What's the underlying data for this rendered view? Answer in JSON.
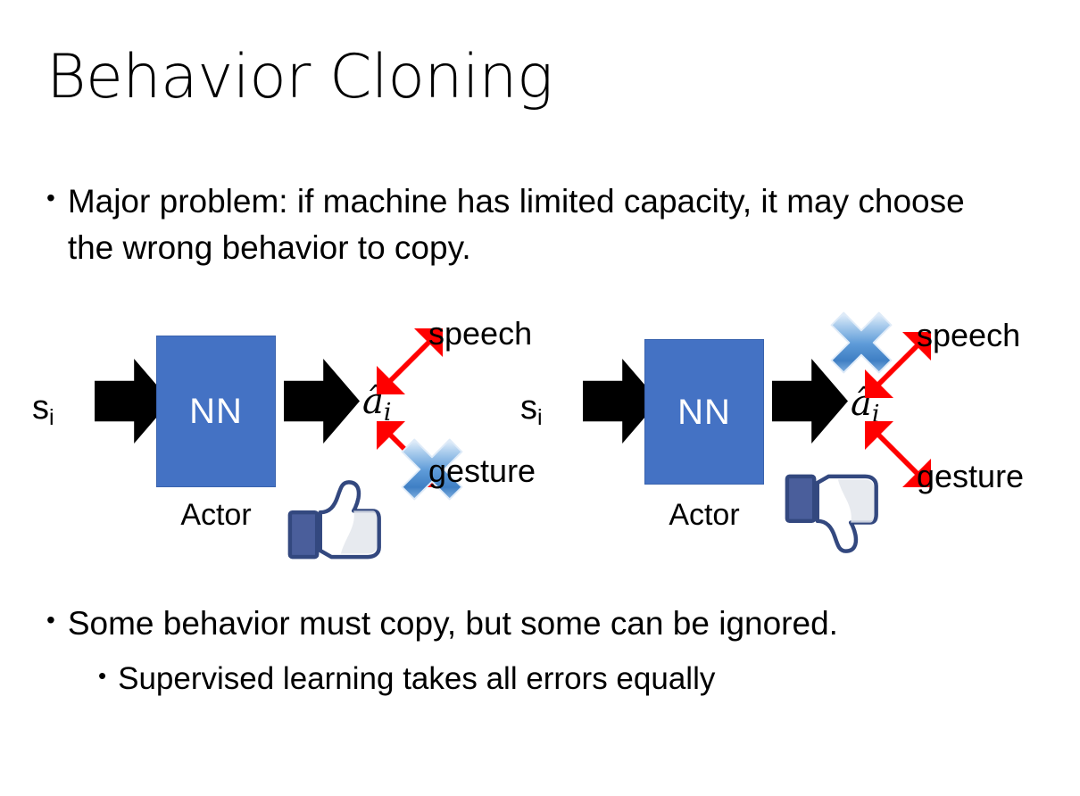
{
  "slide": {
    "title": "Behavior Cloning",
    "background_color": "#FFFFFF"
  },
  "bullets": {
    "top": {
      "marker": "•",
      "text": "Major problem: if machine has limited capacity, it may choose the wrong behavior to copy."
    },
    "bottom_primary": {
      "marker": "•",
      "text": "Some behavior must copy, but some can be ignored."
    },
    "bottom_sub": {
      "marker": "•",
      "text": "Supervised learning takes all errors equally"
    }
  },
  "colors": {
    "nn_box_fill": "#4472C4",
    "nn_box_border": "#3A63AE",
    "arrow_black": "#000000",
    "arrow_red": "#FF0000",
    "x_mark_blue_light": "#CFE2F7",
    "x_mark_blue_mid": "#4E8FD4",
    "x_mark_blue_dark": "#2E6BB0",
    "thumb_outline": "#3B5998",
    "thumb_cuff": "#4A5E9B",
    "thumb_fill": "#FFFFFF",
    "thumb_shade": "#E3E6EC"
  },
  "diagrams": [
    {
      "id": "left",
      "state_label": "s",
      "state_subscript": "i",
      "nn_label": "NN",
      "actor_label": "Actor",
      "output_label": "â",
      "output_subscript": "i",
      "branches": [
        {
          "name": "speech",
          "label": "speech",
          "direction": "up-right",
          "crossed_out": false
        },
        {
          "name": "gesture",
          "label": "gesture",
          "direction": "down-right",
          "crossed_out": true
        }
      ],
      "verdict_icon": "thumbs-up",
      "verdict": "good"
    },
    {
      "id": "right",
      "state_label": "s",
      "state_subscript": "i",
      "nn_label": "NN",
      "actor_label": "Actor",
      "output_label": "â",
      "output_subscript": "i",
      "branches": [
        {
          "name": "speech",
          "label": "speech",
          "direction": "up-right",
          "crossed_out": true
        },
        {
          "name": "gesture",
          "label": "gesture",
          "direction": "down-right",
          "crossed_out": false
        }
      ],
      "verdict_icon": "thumbs-down",
      "verdict": "bad"
    }
  ]
}
